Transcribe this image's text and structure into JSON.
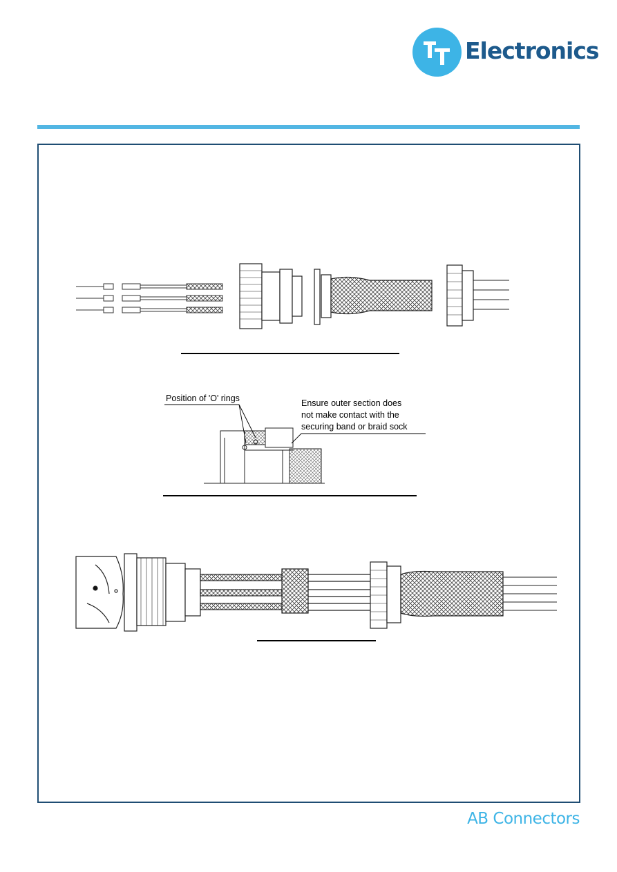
{
  "brand": {
    "name": "Electronics",
    "logo_letters": "TT",
    "colors": {
      "accent": "#3db4e6",
      "brand": "#1d5a8c",
      "rule": "#52b6e3",
      "frame": "#1f4d73"
    }
  },
  "figures": {
    "o_ring": {
      "label_oring": "Position of 'O' rings",
      "note_lines": [
        "Ensure outer section does",
        "not make contact with the",
        "securing band or braid sock"
      ]
    }
  },
  "footer": {
    "text": "AB Connectors"
  }
}
